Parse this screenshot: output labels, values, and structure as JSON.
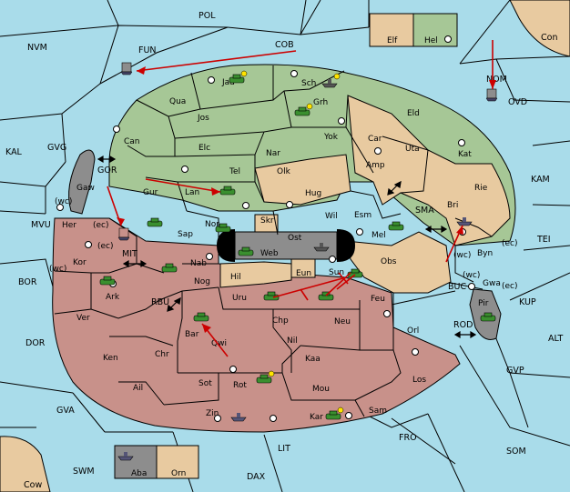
{
  "map": {
    "colors": {
      "sea": "#a9dcea",
      "green_power": "#a6c796",
      "tan_power": "#e8caa0",
      "rose_power": "#c8918a",
      "grey_power": "#8d8d8d",
      "order_arrow": "#cc0000"
    },
    "sea_labels": {
      "POL": "POL",
      "NVM": "NVM",
      "FUN": "FUN",
      "COB": "COB",
      "NOM": "NOM",
      "Con": "Con",
      "OVD": "OVD",
      "KAL": "KAL",
      "GVG": "GVG",
      "GOR": "GOR",
      "KAM": "KAM",
      "MVU": "MVU",
      "SMA": "SMA",
      "TEI": "TEI",
      "MIT": "MIT",
      "BOR": "BOR",
      "RBU": "RBU",
      "BUC": "BUC",
      "KUP": "KUP",
      "ROD": "ROD",
      "DOR": "DOR",
      "ALT": "ALT",
      "GVP": "GVP",
      "GVA": "GVA",
      "FRO": "FRO",
      "LIT": "LIT",
      "SOM": "SOM",
      "SWM": "SWM",
      "DAX": "DAX",
      "Cow": "Cow"
    },
    "land_labels": {
      "Elf": "Elf",
      "Hel": "Hel",
      "Jad": "Jad",
      "Sch": "Sch",
      "Qua": "Qua",
      "Jos": "Jos",
      "Grh": "Grh",
      "Eld": "Eld",
      "Can": "Can",
      "Yok": "Yok",
      "Car": "Car",
      "Elc": "Elc",
      "Nar": "Nar",
      "Uta": "Uta",
      "Kat": "Kat",
      "Amp": "Amp",
      "Tel": "Tel",
      "Olk": "Olk",
      "Gaw": "Gaw",
      "Gur": "Gur",
      "Lan": "Lan",
      "Hug": "Hug",
      "Rie": "Rie",
      "Bri": "Bri",
      "Wil": "Wil",
      "Esm": "Esm",
      "Nor": "Nor",
      "Skr": "Skr",
      "Her": "Her",
      "Sap": "Sap",
      "Ost": "Ost",
      "Mel": "Mel",
      "Web": "Web",
      "Byn": "Byn",
      "Kor": "Kor",
      "Nab": "Nab",
      "Obs": "Obs",
      "Eun": "Eun",
      "Hil": "Hil",
      "Sun": "Sun",
      "Gwa": "Gwa",
      "Ark": "Ark",
      "Nog": "Nog",
      "Uru": "Uru",
      "Feu": "Feu",
      "Pir": "Pir",
      "Ver": "Ver",
      "Chp": "Chp",
      "Neu": "Neu",
      "Bar": "Bar",
      "Qwi": "Qwi",
      "Nil": "Nil",
      "Orl": "Orl",
      "Ken": "Ken",
      "Chr": "Chr",
      "Kaa": "Kaa",
      "Sot": "Sot",
      "Rot": "Rot",
      "Ail": "Ail",
      "Mou": "Mou",
      "Los": "Los",
      "Sam": "Sam",
      "Zin": "Zin",
      "Kar": "Kar",
      "Aba": "Aba",
      "Orn": "Orn"
    },
    "coast_tags": {
      "wc": "(wc)",
      "ec": "(ec)"
    }
  }
}
